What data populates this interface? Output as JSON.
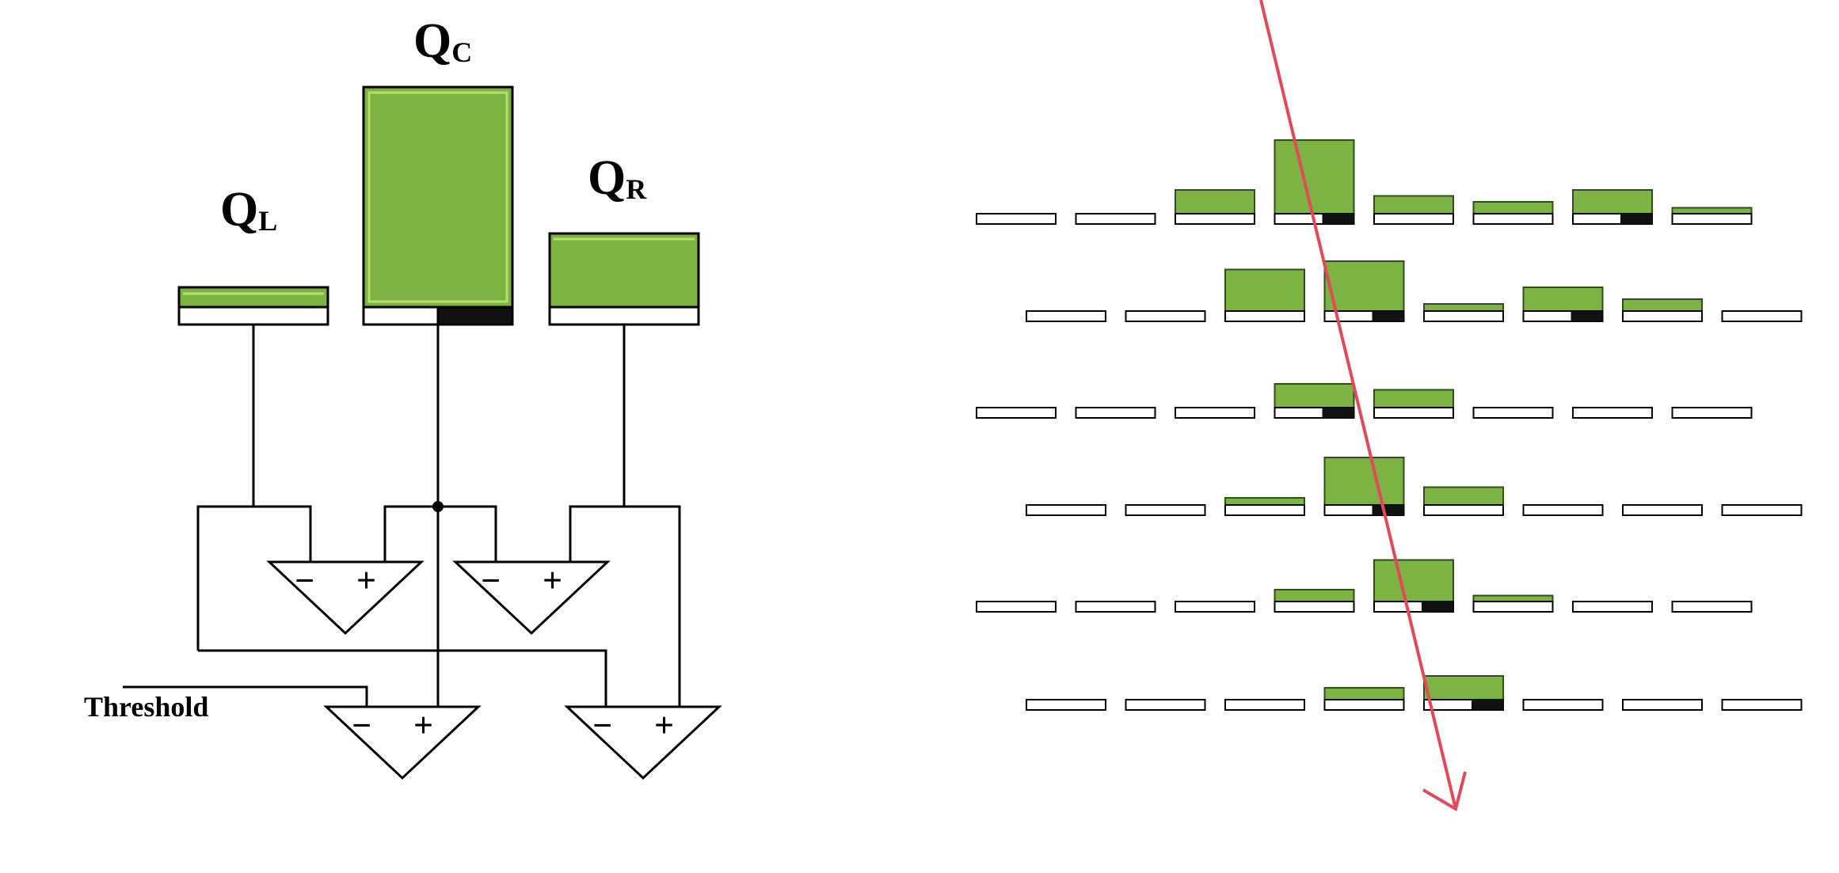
{
  "labels": {
    "qc_main": "Q",
    "qc_sub": "C",
    "ql_main": "Q",
    "ql_sub": "L",
    "qr_main": "Q",
    "qr_sub": "R",
    "threshold": "Threshold",
    "minus": "−",
    "plus": "+"
  },
  "colors": {
    "charge_fill": "#7cb342",
    "charge_border": "#3d6b1a",
    "highlight": "#b5e06a",
    "track": "#e24a5a",
    "ink": "#000000"
  },
  "comparator_circuit": {
    "pads": [
      {
        "name": "left",
        "charge_level": 0.08,
        "center_marked": false
      },
      {
        "name": "center",
        "charge_level": 1.0,
        "center_marked": true
      },
      {
        "name": "right",
        "charge_level": 0.35,
        "center_marked": false
      }
    ],
    "comparators": 4
  },
  "strip_layers": [
    {
      "layer": 1,
      "strips": 8,
      "charges": [
        0,
        0,
        0.2,
        0.62,
        0.15,
        0.1,
        0.2,
        0.05
      ],
      "centroid_strip": [
        3,
        6
      ]
    },
    {
      "layer": 2,
      "strips": 8,
      "charges": [
        0,
        0,
        0.35,
        0.42,
        0.06,
        0.2,
        0.1,
        0
      ],
      "centroid_strip": [
        3,
        5
      ]
    },
    {
      "layer": 3,
      "strips": 8,
      "charges": [
        0,
        0,
        0,
        0.2,
        0.15,
        0,
        0,
        0
      ],
      "centroid_strip": [
        3
      ]
    },
    {
      "layer": 4,
      "strips": 8,
      "charges": [
        0,
        0,
        0.06,
        0.4,
        0.15,
        0,
        0,
        0
      ],
      "centroid_strip": [
        3
      ]
    },
    {
      "layer": 5,
      "strips": 8,
      "charges": [
        0,
        0,
        0,
        0.1,
        0.35,
        0.05,
        0,
        0
      ],
      "centroid_strip": [
        4
      ]
    },
    {
      "layer": 6,
      "strips": 8,
      "charges": [
        0,
        0,
        0,
        0.1,
        0.2,
        0,
        0,
        0
      ],
      "centroid_strip": [
        4
      ]
    }
  ]
}
